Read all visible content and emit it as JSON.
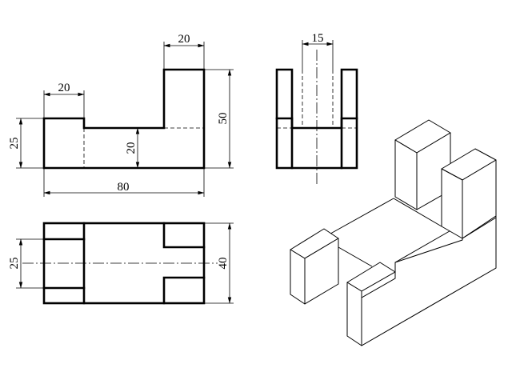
{
  "front_view": {
    "dim_top_width": "20",
    "dim_left_width": "20",
    "dim_overall_width": "80",
    "dim_left_height": "25",
    "dim_step_height": "20",
    "dim_overall_height": "50"
  },
  "side_view": {
    "dim_slot_width": "15"
  },
  "top_view": {
    "dim_slot_width": "25",
    "dim_depth": "40"
  }
}
